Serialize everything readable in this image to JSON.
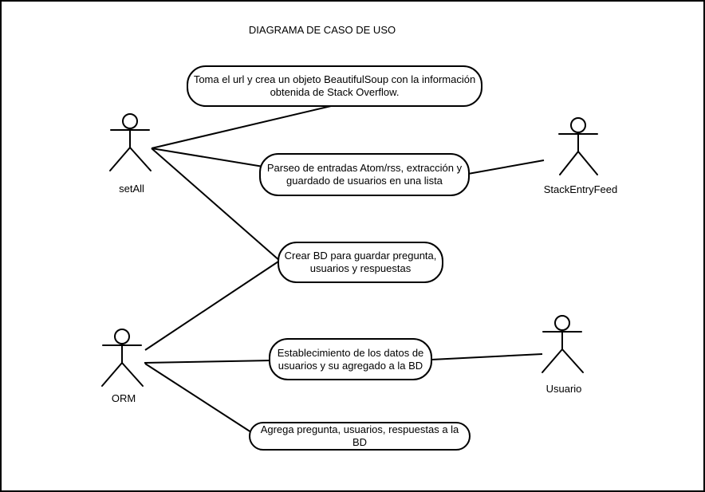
{
  "title": "DIAGRAMA DE CASO DE USO",
  "colors": {
    "ink": "#000000",
    "background": "#ffffff"
  },
  "diagram": {
    "type": "uml-use-case",
    "actors": [
      {
        "id": "setAll",
        "label": "setAll"
      },
      {
        "id": "StackEntryFeed",
        "label": "StackEntryFeed"
      },
      {
        "id": "ORM",
        "label": "ORM"
      },
      {
        "id": "Usuario",
        "label": "Usuario"
      }
    ],
    "use_cases": [
      {
        "id": "uc1",
        "label": "Toma el url y crea un objeto BeautifulSoup con la información\nobtenida de Stack Overflow."
      },
      {
        "id": "uc2",
        "label": "Parseo de entradas Atom/rss, extracción y\nguardado de usuarios en una lista"
      },
      {
        "id": "uc3",
        "label": "Crear BD para guardar pregunta,\nusuarios y respuestas"
      },
      {
        "id": "uc4",
        "label": "Establecimiento de los datos de\nusuarios y su agregado a la BD"
      },
      {
        "id": "uc5",
        "label": "Agrega pregunta, usuarios, respuestas a la BD"
      }
    ],
    "associations": [
      {
        "from": "setAll",
        "to": "uc1"
      },
      {
        "from": "setAll",
        "to": "uc2"
      },
      {
        "from": "setAll",
        "to": "uc3"
      },
      {
        "from": "ORM",
        "to": "uc3"
      },
      {
        "from": "ORM",
        "to": "uc4"
      },
      {
        "from": "ORM",
        "to": "uc5"
      },
      {
        "from": "uc2",
        "to": "StackEntryFeed"
      },
      {
        "from": "uc4",
        "to": "Usuario"
      }
    ]
  }
}
